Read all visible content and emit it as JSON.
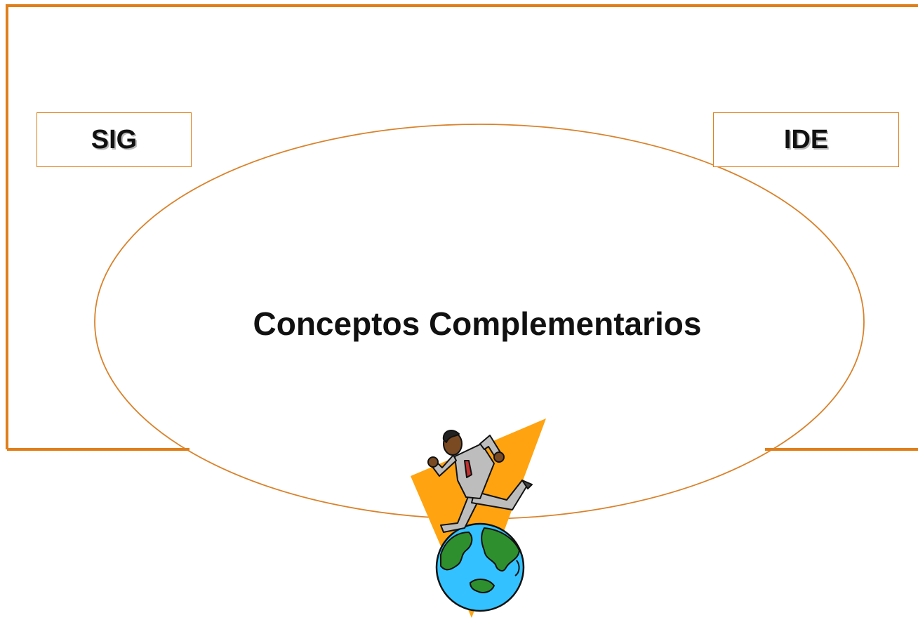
{
  "colors": {
    "border": "#e07f1a",
    "ellipse": "#d9822b",
    "wedge": "#ffa310",
    "ocean": "#33c2ff",
    "land": "#2e8f2e"
  },
  "labels": {
    "left": "SIG",
    "right": "IDE",
    "center": "Conceptos Complementarios"
  },
  "illustration": {
    "icon": "running-man-on-globe-icon"
  }
}
